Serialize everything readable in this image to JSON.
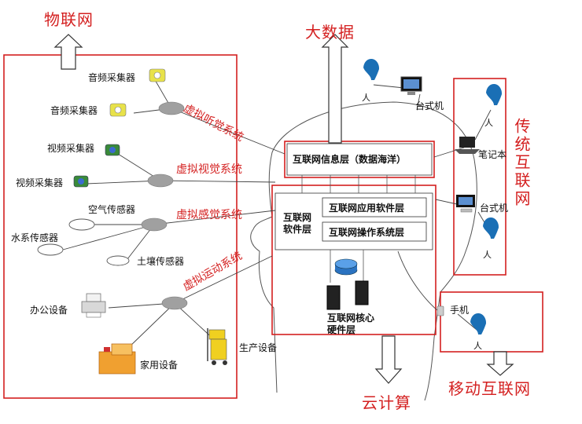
{
  "labels": {
    "iot": "物联网",
    "big_data": "大数据",
    "cloud": "云计算",
    "mobile_internet": "移动互联网",
    "traditional_internet": "传统互联网",
    "audio_collector_1": "音频采集器",
    "audio_collector_2": "音频采集器",
    "video_collector_1": "视频采集器",
    "video_collector_2": "视频采集器",
    "air_sensor": "空气传感器",
    "water_sensor": "水系传感器",
    "soil_sensor": "土壤传感器",
    "office_equipment": "办公设备",
    "home_equipment": "家用设备",
    "production_equipment": "生产设备",
    "virtual_hearing": "虚拟听觉系统",
    "virtual_vision": "虚拟视觉系统",
    "virtual_sensation": "虚拟感觉系统",
    "virtual_motion": "虚拟运动系统",
    "info_layer": "互联网信息层（数据海洋）",
    "software_layer": "互联网\n软件层",
    "app_software_layer": "互联网应用软件层",
    "os_layer": "互联网操作系统层",
    "hardware_layer": "互联网核心\n硬件层",
    "desktop_1": "台式机",
    "laptop": "笔记本",
    "desktop_2": "台式机",
    "phone": "手机",
    "person": "人"
  },
  "colors": {
    "accent": "#d42020",
    "line": "#444444",
    "ellipse": "#a0a0a0",
    "person": "#1a6fb5"
  }
}
